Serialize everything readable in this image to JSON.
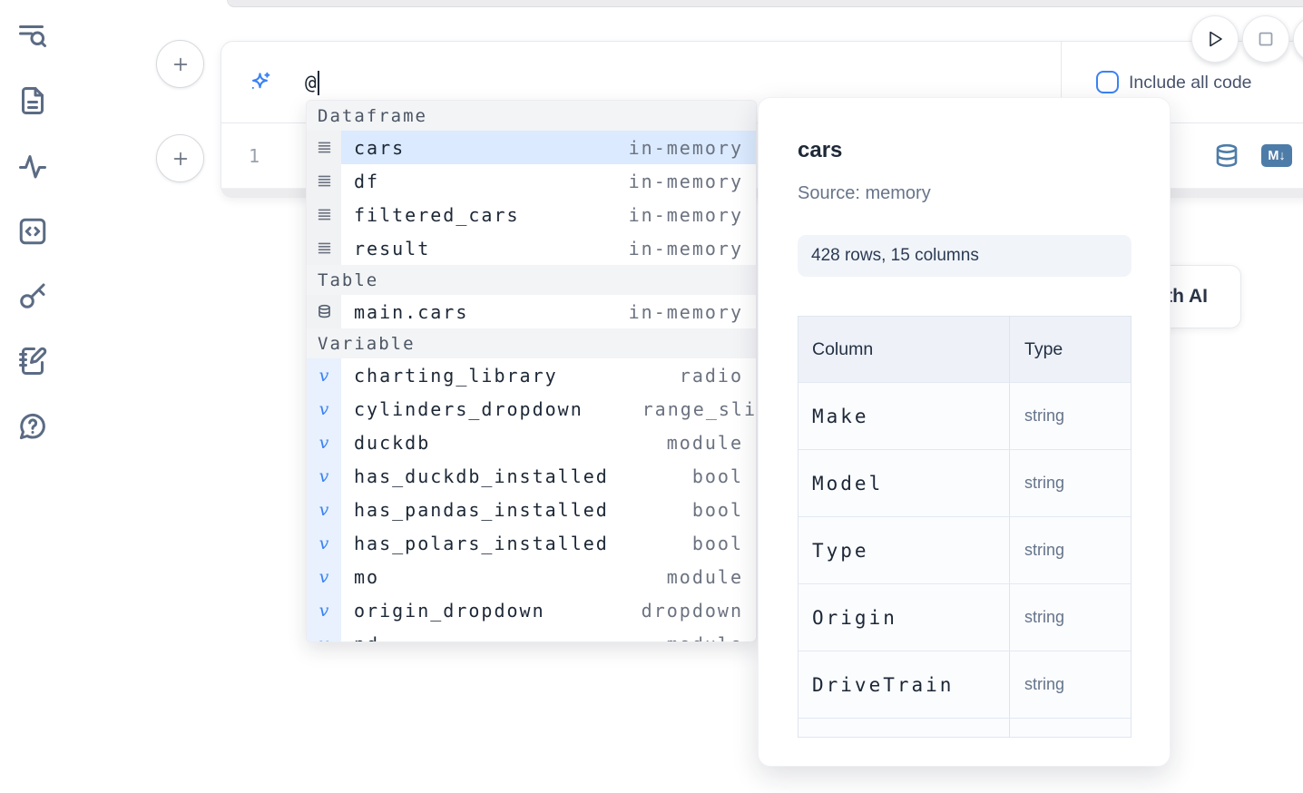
{
  "colors": {
    "accent_blue": "#3b82f6",
    "steel_blue": "#4d7ca8",
    "selected_row_bg": "#dbeafe",
    "sidebar_icon": "#5b6b84"
  },
  "sidebar": {
    "icons": [
      "list-search",
      "file-text",
      "activity",
      "code-block",
      "key",
      "notebook-pen",
      "help-circle"
    ]
  },
  "ai_prompt": {
    "value": "@",
    "include_all_code_label": "Include all code"
  },
  "cell": {
    "line_number": "1",
    "markdown_badge": "M↓"
  },
  "generate_button": {
    "label": "Generate with AI"
  },
  "autocomplete": {
    "variable_glyph": "v",
    "sections": [
      {
        "label": "Dataframe",
        "items": [
          {
            "name": "cars",
            "detail": "in-memory",
            "selected": true
          },
          {
            "name": "df",
            "detail": "in-memory"
          },
          {
            "name": "filtered_cars",
            "detail": "in-memory"
          },
          {
            "name": "result",
            "detail": "in-memory"
          }
        ]
      },
      {
        "label": "Table",
        "items": [
          {
            "name": "main.cars",
            "detail": "in-memory"
          }
        ]
      },
      {
        "label": "Variable",
        "items": [
          {
            "name": "charting_library",
            "detail": "radio"
          },
          {
            "name": "cylinders_dropdown",
            "detail": "range_sli"
          },
          {
            "name": "duckdb",
            "detail": "module"
          },
          {
            "name": "has_duckdb_installed",
            "detail": "bool"
          },
          {
            "name": "has_pandas_installed",
            "detail": "bool"
          },
          {
            "name": "has_polars_installed",
            "detail": "bool"
          },
          {
            "name": "mo",
            "detail": "module"
          },
          {
            "name": "origin_dropdown",
            "detail": "dropdown"
          },
          {
            "name": "pd",
            "detail": "module"
          }
        ]
      }
    ]
  },
  "preview": {
    "title": "cars",
    "source_label": "Source: memory",
    "shape_badge": "428 rows, 15 columns",
    "table": {
      "headers": [
        "Column",
        "Type"
      ],
      "rows": [
        [
          "Make",
          "string"
        ],
        [
          "Model",
          "string"
        ],
        [
          "Type",
          "string"
        ],
        [
          "Origin",
          "string"
        ],
        [
          "DriveTrain",
          "string"
        ]
      ]
    }
  }
}
